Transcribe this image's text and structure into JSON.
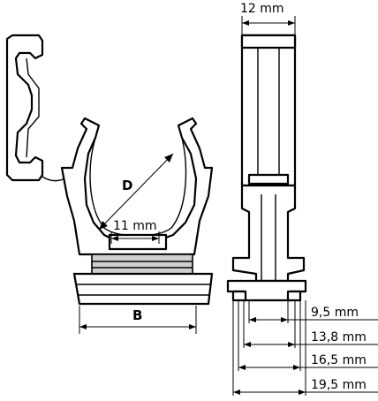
{
  "labels": {
    "diameter": "D",
    "width": "B",
    "inner_width": "11 mm",
    "clip_width": "12 mm"
  },
  "dimensions": [
    {
      "label": "9,5 mm"
    },
    {
      "label": "13,8 mm"
    },
    {
      "label": "16,5 mm"
    },
    {
      "label": "19,5 mm"
    }
  ],
  "colors": {
    "line": "#000000",
    "shade": "#cfcfcf",
    "background": "#ffffff"
  }
}
